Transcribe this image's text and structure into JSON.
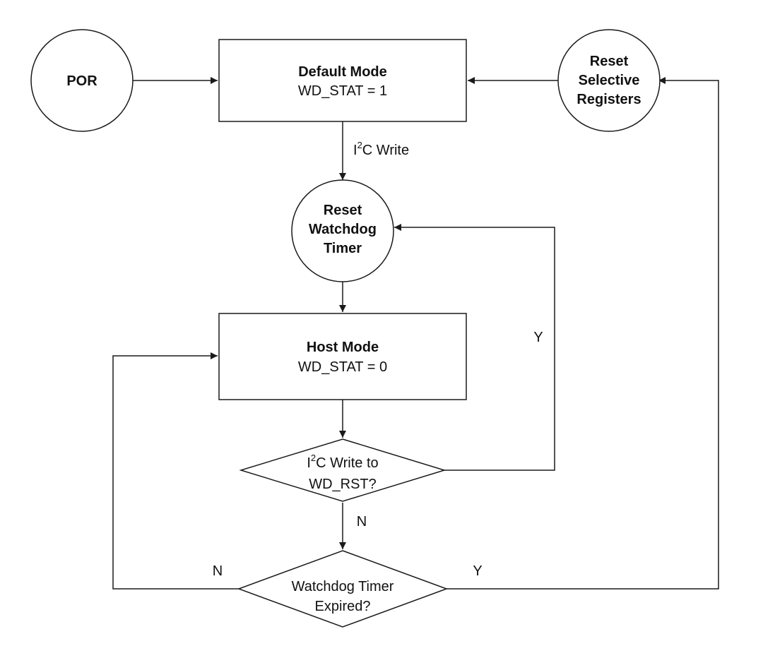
{
  "nodes": {
    "por": {
      "label": "POR"
    },
    "default_mode": {
      "title": "Default Mode",
      "status": "WD_STAT = 1"
    },
    "reset_selective": {
      "line1": "Reset",
      "line2": "Selective",
      "line3": "Registers"
    },
    "reset_watchdog": {
      "line1": "Reset",
      "line2": "Watchdog",
      "line3": "Timer"
    },
    "host_mode": {
      "title": "Host Mode",
      "status": "WD_STAT = 0"
    },
    "decision_wd_rst": {
      "line1_prefix": "I",
      "line1_sup": "2",
      "line1_suffix": "C Write to",
      "line2": "WD_RST?"
    },
    "decision_expired": {
      "line1": "Watchdog Timer",
      "line2": "Expired?"
    }
  },
  "edges": {
    "i2c_write": {
      "prefix": "I",
      "sup": "2",
      "suffix": "C Write"
    },
    "wd_rst_yes": "Y",
    "wd_rst_no": "N",
    "expired_no": "N",
    "expired_yes": "Y"
  }
}
